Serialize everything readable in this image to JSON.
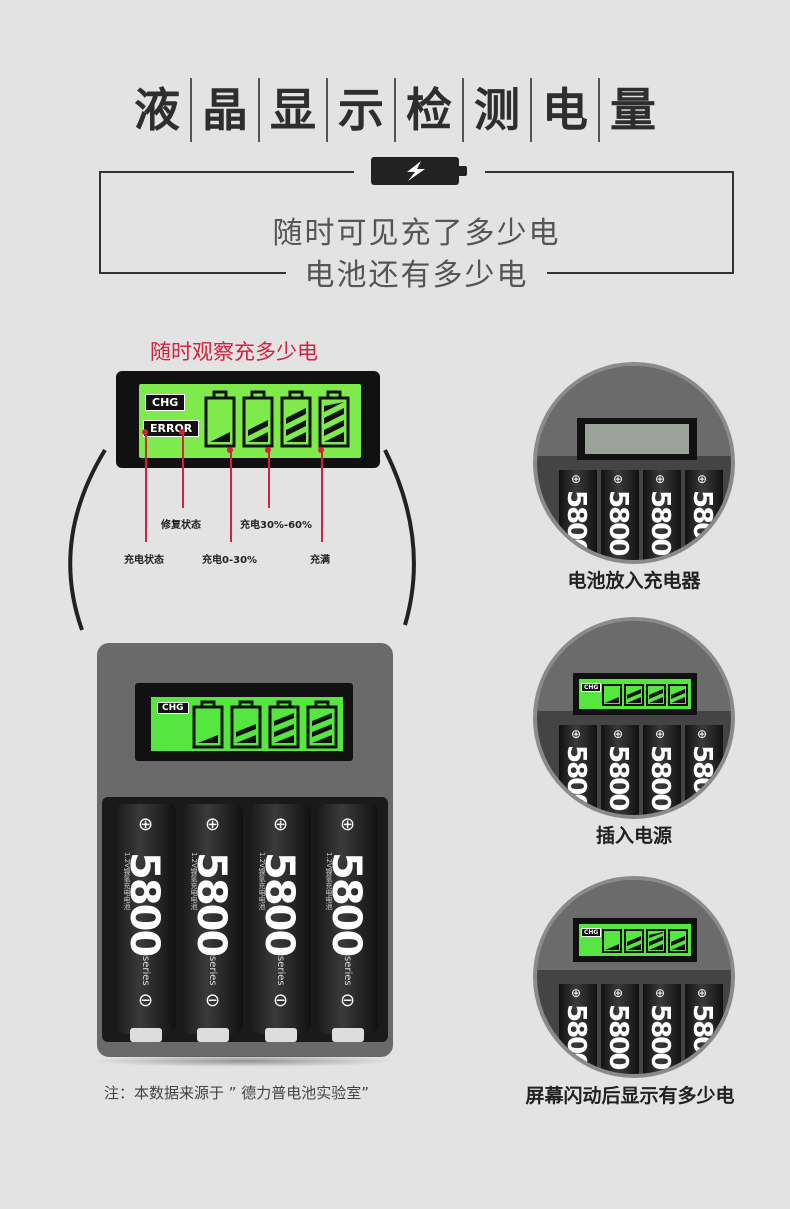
{
  "header": {
    "title_chars": [
      "液",
      "晶",
      "显",
      "示",
      "检",
      "测",
      "电",
      "量"
    ],
    "subtitle_line1": "随时可见充了多少电",
    "subtitle_line2": "电池还有多少电"
  },
  "diagram": {
    "red_label": "随时观察充多少电",
    "lcd_tags": {
      "chg": "CHG",
      "error": "ERROR"
    },
    "annotations": {
      "charging_status": "充电状态",
      "repair_status": "修复状态",
      "charge_0_30": "充电0-30%",
      "charge_30_60": "充电30%-60%",
      "full": "充满"
    }
  },
  "charger": {
    "lcd_tag": "CHG",
    "cells": [
      {
        "capacity": "5800",
        "series": "series",
        "tag": "1.2V镍氢充电电池"
      },
      {
        "capacity": "5800",
        "series": "series",
        "tag": "1.2V镍氢充电电池"
      },
      {
        "capacity": "5800",
        "series": "series",
        "tag": "1.2V镍氢充电电池"
      },
      {
        "capacity": "5800",
        "series": "series",
        "tag": "1.2V镍氢充电电池"
      }
    ],
    "note": "注：本数据来源于 ” 德力普电池实验室”"
  },
  "steps": [
    {
      "caption": "电池放入充电器",
      "capacity": "5800",
      "lcd_lit": false
    },
    {
      "caption": "插入电源",
      "capacity": "5800",
      "lcd_lit": true,
      "lcd_tag": "CHG"
    },
    {
      "caption": "屏幕闪动后显示有多少电",
      "capacity": "5800",
      "lcd_lit": true,
      "lcd_tag": "CHG"
    }
  ],
  "colors": {
    "accent_red": "#d4213e",
    "lcd_green": "#7eea4c",
    "background": "#e3e3e3"
  }
}
